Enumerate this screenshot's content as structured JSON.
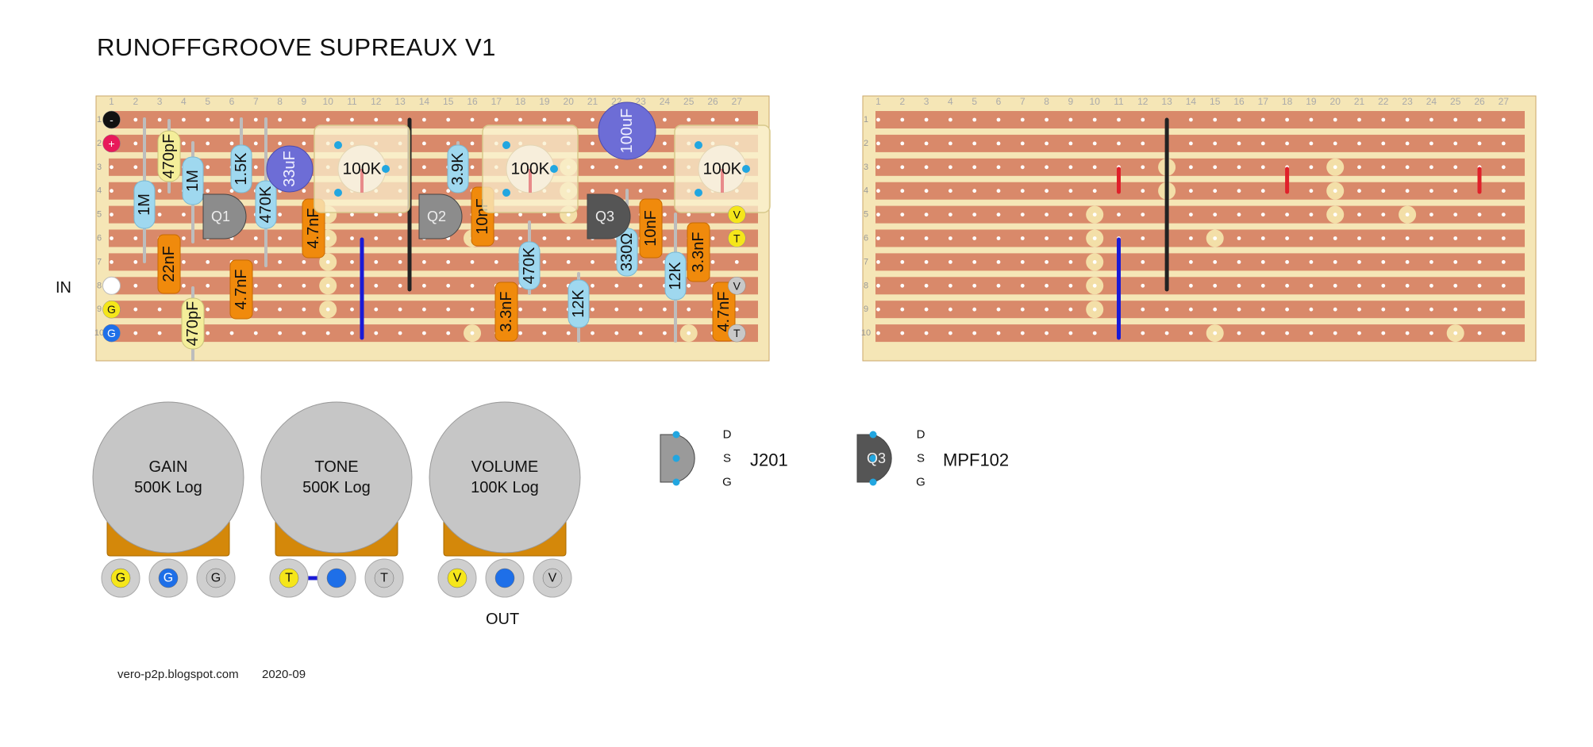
{
  "title": "RUNOFFGROOVE SUPREAUX V1",
  "footer": {
    "site": "vero-p2p.blogspot.com",
    "date": "2020-09"
  },
  "labels": {
    "in": "IN",
    "out": "OUT"
  },
  "column_numbers": [
    "1",
    "2",
    "3",
    "4",
    "5",
    "6",
    "7",
    "8",
    "9",
    "10",
    "11",
    "12",
    "13",
    "14",
    "15",
    "16",
    "17",
    "18",
    "19",
    "20",
    "21",
    "22",
    "23",
    "24",
    "25",
    "26",
    "27"
  ],
  "row_numbers": [
    "1",
    "2",
    "3",
    "4",
    "5",
    "6",
    "7",
    "8",
    "9",
    "10"
  ],
  "offboard_pads": {
    "negative": "-",
    "positive": "+",
    "ground_in": "G",
    "ground_blue": "G",
    "volume_top": "V",
    "tone_top": "T",
    "volume_bottom": "V",
    "tone_bottom": "T"
  },
  "resistors": [
    {
      "value": "1M"
    },
    {
      "value": "1M"
    },
    {
      "value": "1.5K"
    },
    {
      "value": "470K"
    },
    {
      "value": "3.9K"
    },
    {
      "value": "470K"
    },
    {
      "value": "12K"
    },
    {
      "value": "330Ω"
    },
    {
      "value": "12K"
    }
  ],
  "film_caps": [
    {
      "value": "22nF"
    },
    {
      "value": "4.7nF"
    },
    {
      "value": "4.7nF"
    },
    {
      "value": "10nF"
    },
    {
      "value": "3.3nF"
    },
    {
      "value": "10nF"
    },
    {
      "value": "3.3nF"
    },
    {
      "value": "4.7nF"
    }
  ],
  "ceramic_caps": [
    {
      "value": "470pF"
    },
    {
      "value": "470pF"
    }
  ],
  "electrolytics": [
    {
      "value": "33uF"
    },
    {
      "value": "100uF"
    }
  ],
  "transistors": [
    {
      "label": "Q1"
    },
    {
      "label": "Q2"
    },
    {
      "label": "Q3"
    }
  ],
  "trimmers": [
    {
      "value": "100K"
    },
    {
      "value": "100K"
    },
    {
      "value": "100K"
    }
  ],
  "pots": [
    {
      "name": "GAIN",
      "value": "500K Log",
      "lugs": [
        "G",
        "G",
        ""
      ],
      "lug_colors": [
        "#f5e61a",
        "#1e6fe8",
        "#c8c8c8"
      ],
      "lug_text": [
        "G",
        "G",
        "G"
      ]
    },
    {
      "name": "TONE",
      "value": "500K Log",
      "lugs": [
        "T",
        "",
        ""
      ],
      "lug_colors": [
        "#f5e61a",
        "#1e6fe8",
        "#c8c8c8"
      ],
      "lug_text": [
        "T",
        "",
        "T"
      ]
    },
    {
      "name": "VOLUME",
      "value": "100K Log",
      "lugs": [
        "V",
        "",
        ""
      ],
      "lug_colors": [
        "#f5e61a",
        "#1e6fe8",
        "#c8c8c8"
      ],
      "lug_text": [
        "V",
        "",
        "V"
      ]
    }
  ],
  "legend": {
    "pin_labels": [
      "D",
      "S",
      "G"
    ],
    "j201": {
      "name": "J201"
    },
    "mpf102": {
      "name": "MPF102",
      "badge": "Q3"
    }
  },
  "colors": {
    "board": "#f5e6b6",
    "strip": "#d9896a",
    "hole": "#ffffff",
    "cut": "#f3dfa8",
    "resistor": "#9fd8ef",
    "film_cap": "#f08a0c",
    "ceramic": "#f4ee9a",
    "electrolytic": "#6d6dd6",
    "jfet": "#8c8c8c",
    "jfet_dark": "#555555",
    "wire_black": "#222222",
    "wire_blue": "#1a1ad6",
    "wire_red": "#e0202a",
    "pot_body": "#c6c6c6",
    "pot_bracket": "#d4880a"
  }
}
